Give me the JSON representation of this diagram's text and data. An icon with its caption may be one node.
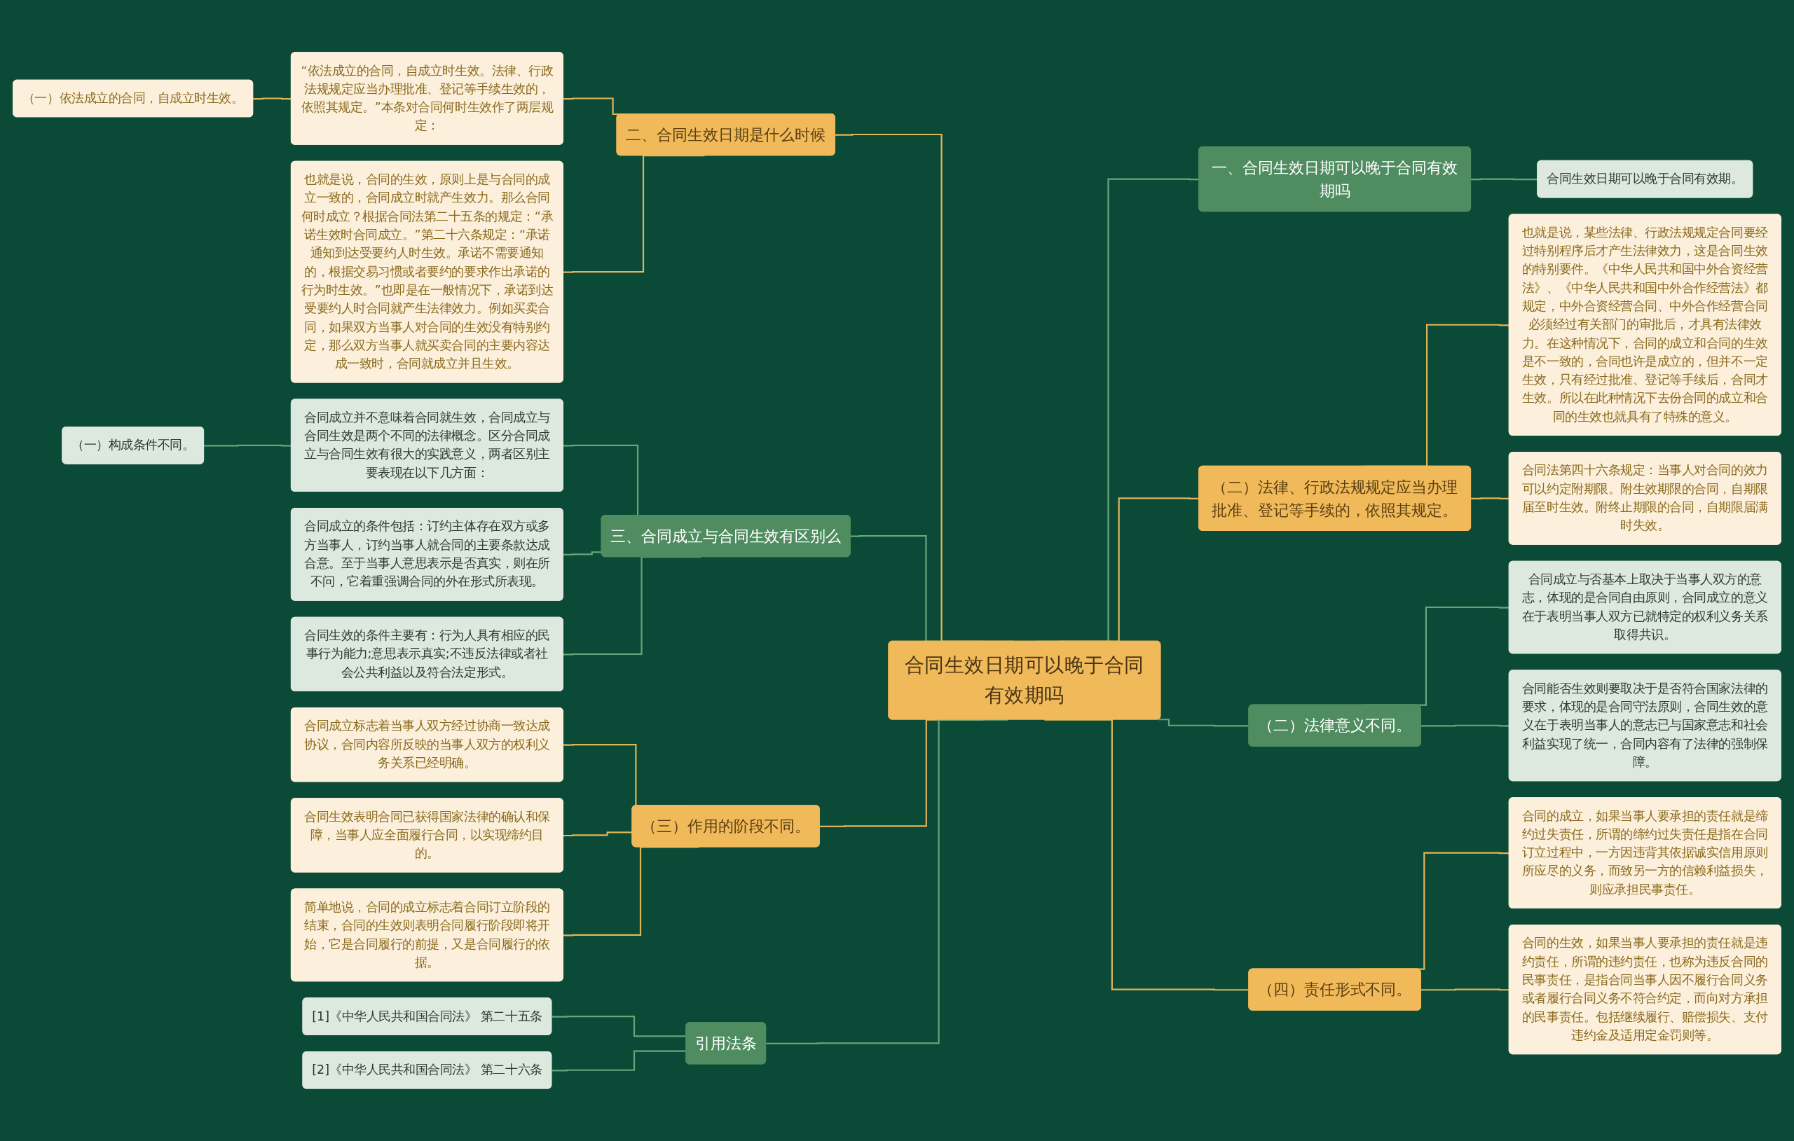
{
  "diagram": {
    "nodes": [
      {
        "text": [
          "合同生效日期可以晚于合同有效期吗"
        ]
      },
      {
        "text": [
          "二、合同生效日期是什么时候"
        ]
      },
      {
        "text": [
          "“依法成立的合同，自成立时生效。法律、行政法规规定应当办理批准、登记等手续生效的，依照其规定。”本条对合同何时生效作了两层规定："
        ]
      },
      {
        "text": [
          "（一）依法成立的合同，自成立时生效。"
        ]
      },
      {
        "text": [
          "也就是说，合同的生效，原则上是与合同的成立一致的，合同成立时就产生效力。那么合同何时成立？根据合同法第二十五条的规定：“承诺生效时合同成立。”第二十六条规定：“承诺通知到达受要约人时生效。承诺不需要通知的，根据交易习惯或者要约的要求作出承诺的行为时生效。”也即是在一般情况下，承诺到达受要约人时合同就产生法律效力。例如买卖合同，如果双方当事人对合同的生效没有特别约定，那么双方当事人就买卖合同的主要内容达成一致时，合同就成立并且生效。"
        ]
      },
      {
        "text": [
          "三、合同成立与合同生效有区别么"
        ]
      },
      {
        "text": [
          "合同成立并不意味着合同就生效，合同成立与合同生效是两个不同的法律概念。区分合同成立与合同生效有很大的实践意义，两者区别主要表现在以下几方面："
        ]
      },
      {
        "text": [
          "（一）构成条件不同。"
        ]
      },
      {
        "text": [
          "合同成立的条件包括：订约主体存在双方或多方当事人，订约当事人就合同的主要条款达成合意。至于当事人意思表示是否真实，则在所不问，它着重强调合同的外在形式所表现。"
        ]
      },
      {
        "text": [
          "合同生效的条件主要有：行为人具有相应的民事行为能力;意思表示真实;不违反法律或者社会公共利益以及符合法定形式。"
        ]
      },
      {
        "text": [
          "（三）作用的阶段不同。"
        ]
      },
      {
        "text": [
          "合同成立标志着当事人双方经过协商一致达成协议，合同内容所反映的当事人双方的权利义务关系已经明确。"
        ]
      },
      {
        "text": [
          "合同生效表明合同已获得国家法律的确认和保障，当事人应全面履行合同，以实现缔约目的。"
        ]
      },
      {
        "text": [
          "简单地说，合同的成立标志着合同订立阶段的结束，合同的生效则表明合同履行阶段即将开始，它是合同履行的前提，又是合同履行的依据。"
        ]
      },
      {
        "text": [
          "引用法条"
        ]
      },
      {
        "text": [
          "[1]《中华人民共和国合同法》 第二十五条"
        ]
      },
      {
        "text": [
          "[2]《中华人民共和国合同法》 第二十六条"
        ]
      },
      {
        "text": [
          "一、合同生效日期可以晚于合同有效期吗"
        ]
      },
      {
        "text": [
          "合同生效日期可以晚于合同有效期。"
        ]
      },
      {
        "text": [
          "（二）法律、行政法规规定应当办理批准、登记等手续的，依照其规定。"
        ]
      },
      {
        "text": [
          "也就是说，某些法律、行政法规规定合同要经过特别程序后才产生法律效力，这是合同生效的特别要件。《中华人民共和国中外合资经营法》、《中华人民共和国中外合作经营法》都规定，中外合资经营合同、中外合作经营合同必须经过有关部门的审批后，才具有法律效力。在这种情况下，合同的成立和合同的生效是不一致的，合同也许是成立的，但并不一定生效，只有经过批准、登记等手续后，合同才生效。所以在此种情况下去份合同的成立和合同的生效也就具有了特殊的意义。"
        ]
      },
      {
        "text": [
          "合同法第四十六条规定：当事人对合同的效力可以约定附期限。附生效期限的合同，自期限届至时生效。附终止期限的合同，自期限届满时失效。"
        ]
      },
      {
        "text": [
          "（二）法律意义不同。"
        ]
      },
      {
        "text": [
          "合同成立与否基本上取决于当事人双方的意志，体现的是合同自由原则，合同成立的意义在于表明当事人双方已就特定的权利义务关系取得共识。"
        ]
      },
      {
        "text": [
          "合同能否生效则要取决于是否符合国家法律的要求，体现的是合同守法原则，合同生效的意义在于表明当事人的意志已与国家意志和社会利益实现了统一，合同内容有了法律的强制保障。"
        ]
      },
      {
        "text": [
          "（四）责任形式不同。"
        ]
      },
      {
        "text": [
          "合同的成立，如果当事人要承担的责任就是缔约过失责任，所谓的缔约过失责任是指在合同订立过程中，一方因违背其依据诚实信用原则所应尽的义务，而致另一方的信赖利益损失，则应承担民事责任。"
        ]
      },
      {
        "text": [
          "合同的生效，如果当事人要承担的责任就是违约责任，所谓的违约责任，也称为违反合同的民事责任，是指合同当事人因不履行合同义务或者履行合同义务不符合约定，而向对方承担的民事责任。包括继续履行、赔偿损失、支付违约金及适用定金罚则等。"
        ]
      }
    ],
    "edges": [
      {
        "from": 0,
        "to": 1,
        "arrow": "none"
      },
      {
        "from": 1,
        "to": 2,
        "arrow": "none"
      },
      {
        "from": 2,
        "to": 3,
        "arrow": "none"
      },
      {
        "from": 1,
        "to": 4,
        "arrow": "none"
      },
      {
        "from": 0,
        "to": 5,
        "arrow": "none",
        "color": "#6aa57a"
      },
      {
        "from": 5,
        "to": 6,
        "arrow": "none",
        "color": "#6aa57a"
      },
      {
        "from": 6,
        "to": 7,
        "arrow": "none",
        "color": "#6aa57a"
      },
      {
        "from": 5,
        "to": 8,
        "arrow": "none",
        "color": "#6aa57a"
      },
      {
        "from": 5,
        "to": 9,
        "arrow": "none",
        "color": "#6aa57a"
      },
      {
        "from": 0,
        "to": 10,
        "arrow": "none"
      },
      {
        "from": 10,
        "to": 11,
        "arrow": "none"
      },
      {
        "from": 10,
        "to": 12,
        "arrow": "none"
      },
      {
        "from": 10,
        "to": 13,
        "arrow": "none"
      },
      {
        "from": 0,
        "to": 14,
        "arrow": "none",
        "color": "#6aa57a"
      },
      {
        "from": 14,
        "to": 15,
        "arrow": "none",
        "color": "#6aa57a"
      },
      {
        "from": 14,
        "to": 16,
        "arrow": "none",
        "color": "#6aa57a"
      },
      {
        "from": 0,
        "to": 17,
        "arrow": "none",
        "color": "#6aa57a"
      },
      {
        "from": 17,
        "to": 18,
        "arrow": "none",
        "color": "#6aa57a"
      },
      {
        "from": 0,
        "to": 19,
        "arrow": "none"
      },
      {
        "from": 19,
        "to": 20,
        "arrow": "none"
      },
      {
        "from": 19,
        "to": 21,
        "arrow": "none"
      },
      {
        "from": 0,
        "to": 22,
        "arrow": "none",
        "color": "#6aa57a"
      },
      {
        "from": 22,
        "to": 23,
        "arrow": "none",
        "color": "#6aa57a"
      },
      {
        "from": 22,
        "to": 24,
        "arrow": "none",
        "color": "#6aa57a"
      },
      {
        "from": 0,
        "to": 25,
        "arrow": "none"
      },
      {
        "from": 25,
        "to": 26,
        "arrow": "none"
      },
      {
        "from": 25,
        "to": 27,
        "arrow": "none"
      }
    ]
  }
}
